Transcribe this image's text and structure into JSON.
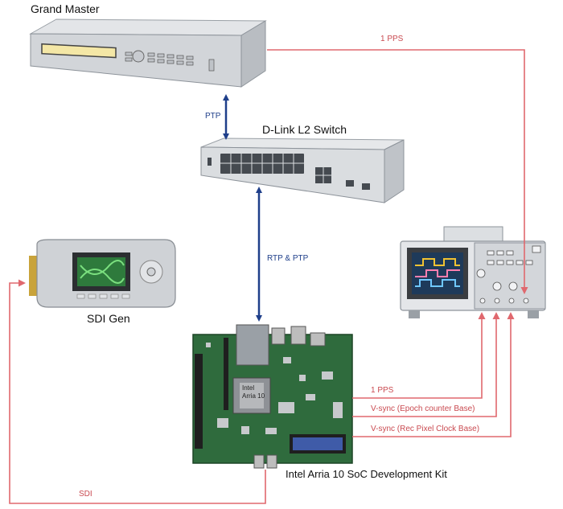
{
  "devices": {
    "grand_master": "Grand Master",
    "switch": "D-Link L2 Switch",
    "sdi_gen": "SDI Gen",
    "board": "Intel Arria 10 SoC Development Kit",
    "chip": "Intel\nArria 10"
  },
  "links": {
    "ptp": "PTP",
    "rtp_ptp": "RTP & PTP",
    "pps_top": "1 PPS",
    "pps_board": "1 PPS",
    "vsync_epoch": "V-sync (Epoch counter Base)",
    "vsync_rec": "V-sync (Rec Pixel Clock Base)",
    "sdi": "SDI"
  },
  "colors": {
    "ptp_link": "#1f3f8a",
    "signal_link": "#e0686e",
    "pcb": "#2f6b3d"
  }
}
